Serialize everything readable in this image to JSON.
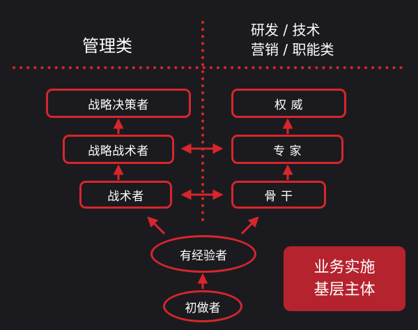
{
  "headers": {
    "management": "管理类",
    "rd_line1": "研发 / 技术",
    "rd_line2": "营销 / 职能类"
  },
  "management_track": [
    "战略决策者",
    "战略战术者",
    "战术者"
  ],
  "professional_track": [
    "权 威",
    "专 家",
    "骨 干"
  ],
  "base": {
    "experienced": "有经验者",
    "beginner": "初做者"
  },
  "badge": {
    "line1": "业务实施",
    "line2": "基层主体"
  },
  "colors": {
    "background": "#1b1b1f",
    "accent": "#d8262c",
    "badge": "#b5232e"
  }
}
